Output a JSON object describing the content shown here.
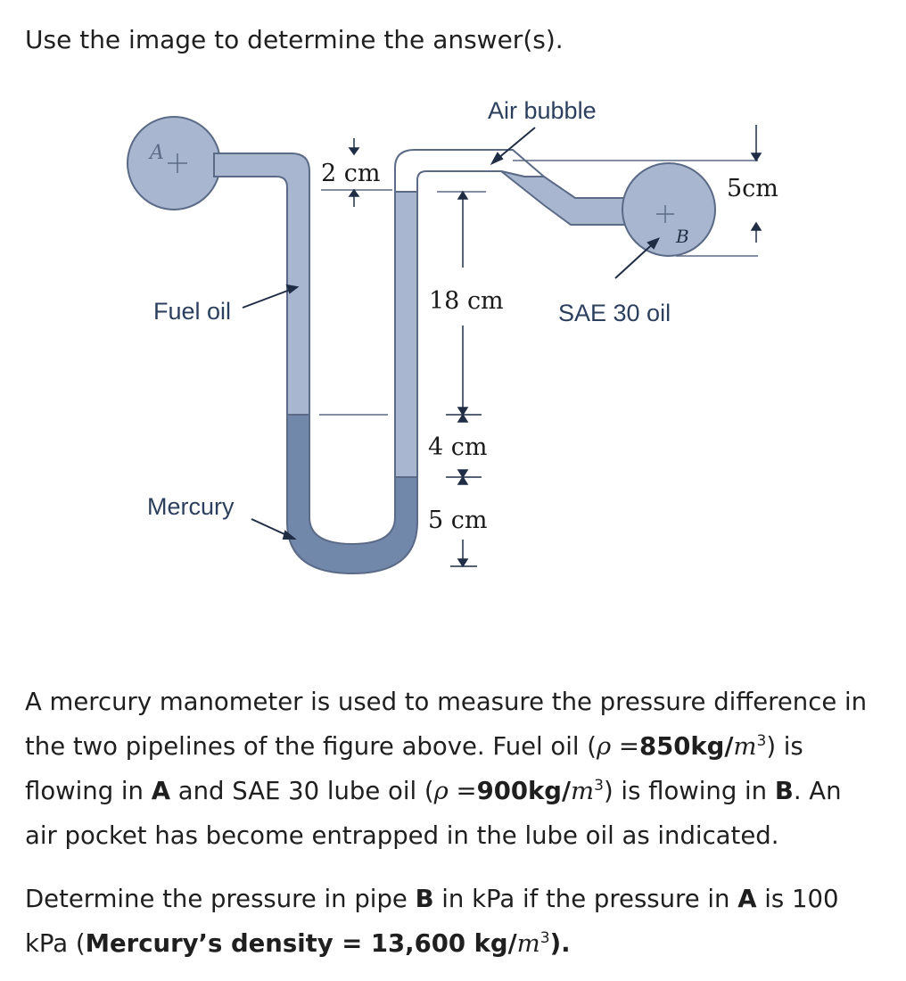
{
  "intro": "Use the image to determine the answer(s).",
  "diagram": {
    "point_a": "A",
    "point_b": "B",
    "air_bubble": "Air bubble",
    "fuel_oil": "Fuel oil",
    "mercury": "Mercury",
    "sae_oil": "SAE 30 oil",
    "dim_2cm": "2 cm",
    "dim_5cm_right": "5cm",
    "dim_18cm": "18 cm",
    "dim_4cm": "4 cm",
    "dim_5cm": "5 cm",
    "colors": {
      "fluid_light": "#a8b6cf",
      "fluid_dark": "#7288ab",
      "outline": "#5b6a86",
      "text": "#2c3f5e"
    }
  },
  "problem": {
    "p1_a": "A mercury manometer is used to measure the pressure difference in the two pipelines of the figure above. Fuel oil (",
    "rho": "ρ",
    "eq": " =",
    "fuel_density": "850kg/",
    "m": "m",
    "cube": "3",
    "p1_b": ") is flowing in ",
    "A": "A",
    "p1_c": " and SAE 30 lube oil (",
    "lube_density": "900kg/",
    "p1_d": ") is flowing in ",
    "B": "B",
    "p1_e": ". An air pocket has become entrapped in the lube oil as indicated.",
    "p2_a": "Determine the pressure in pipe ",
    "p2_b": " in kPa if the pressure in ",
    "p2_c": " is 100 kPa (",
    "mercury_density": "Mercury’s density = 13,600 kg/",
    "p2_d": ")."
  }
}
